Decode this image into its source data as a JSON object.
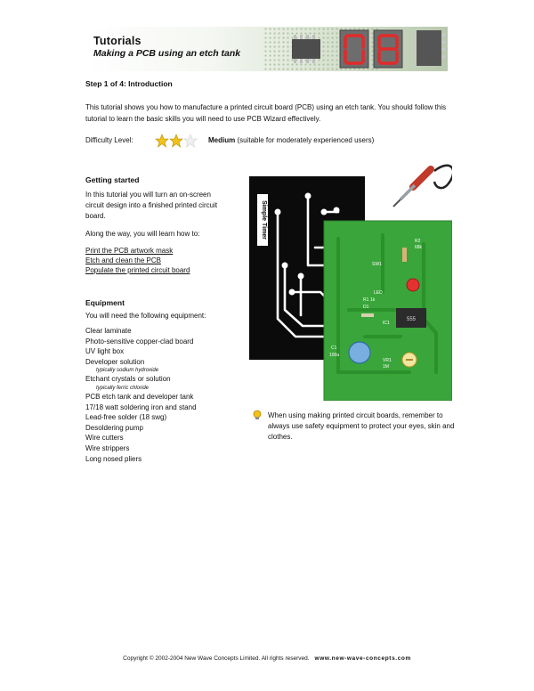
{
  "header": {
    "title": "Tutorials",
    "subtitle": "Making a PCB using an etch tank"
  },
  "step": "Step 1 of 4: Introduction",
  "intro": "This tutorial shows you how to manufacture a printed circuit board (PCB) using an etch tank. You should follow this tutorial to learn the basic skills you will need to use PCB Wizard effectively.",
  "difficulty": {
    "label": "Difficulty Level:",
    "stars_total": 3,
    "stars_filled": 2,
    "level_name": "Medium",
    "level_desc": "(suitable for moderately experienced users)"
  },
  "getting_started": {
    "heading": "Getting started",
    "text": "In this tutorial you will turn an on-screen circuit design into a finished printed circuit board.",
    "way": "Along the way, you will learn how to:",
    "links": [
      "Print the PCB artwork mask",
      "Etch and clean the PCB",
      "Populate the printed circuit board"
    ]
  },
  "equipment": {
    "heading": "Equipment",
    "need": "You will need the following equipment:",
    "items": [
      {
        "text": "Clear laminate"
      },
      {
        "text": "Photo-sensitive copper-clad board"
      },
      {
        "text": "UV light box"
      },
      {
        "text": "Developer solution",
        "note": "typically sodium hydroxide"
      },
      {
        "text": "Etchant crystals or solution",
        "note": "typically ferric chloride"
      },
      {
        "text": "PCB etch tank and developer tank"
      },
      {
        "text": "17/18 watt soldering iron and stand"
      },
      {
        "text": "Lead-free solder (18 swg)"
      },
      {
        "text": "Desoldering pump"
      },
      {
        "text": "Wire cutters"
      },
      {
        "text": "Wire strippers"
      },
      {
        "text": "Long nosed pliers"
      }
    ]
  },
  "figure": {
    "mask_label": "Simple Timer",
    "labels": {
      "r2": "R2",
      "r2v": "68k",
      "sw1": "SW1",
      "d1": "D1",
      "led": "LED",
      "r1": "R1",
      "r1v": "1k",
      "ic1": "IC1",
      "chip": "555",
      "c1": "C1",
      "c1v": "100u",
      "vr1": "VR1",
      "vr1v": "1M"
    }
  },
  "tip": "When using making printed circuit boards, remember to always use safety equipment to protect your eyes, skin and clothes.",
  "footer": {
    "copyright": "Copyright © 2002-2004 New Wave Concepts Limited. All rights reserved.",
    "url": "www.new-wave-concepts.com"
  },
  "colors": {
    "board_green": "#3aa53a",
    "trace_green": "#2f8f2a",
    "star_yellow": "#f2c21a"
  }
}
